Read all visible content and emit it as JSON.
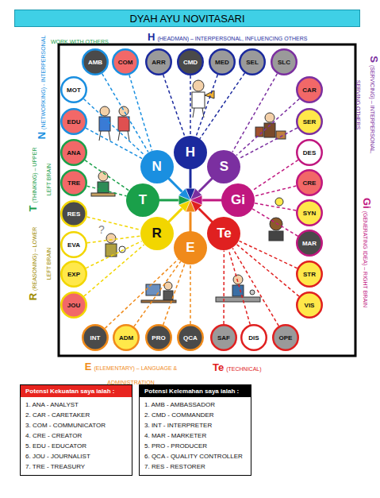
{
  "diagram": {
    "title": "DYAH AYU NOVITASARI",
    "nodes": [
      {
        "text": [
          "AMB"
        ]
      },
      {
        "text": [
          "COM"
        ]
      },
      {
        "text": [
          "ARR"
        ]
      },
      {
        "text": [
          "CMD"
        ]
      },
      {
        "text": [
          "MED"
        ]
      },
      {
        "text": [
          "SEL"
        ]
      },
      {
        "text": [
          "SLC"
        ]
      },
      {
        "text": [
          "CAR"
        ]
      },
      {
        "text": [
          "SER"
        ]
      },
      {
        "text": [
          "DES"
        ]
      },
      {
        "text": [
          "CRE"
        ]
      },
      {
        "text": [
          "SYN"
        ]
      },
      {
        "text": [
          "MAR"
        ]
      },
      {
        "text": [
          "STR"
        ]
      },
      {
        "text": [
          "VIS"
        ]
      },
      {
        "text": [
          "INT"
        ]
      },
      {
        "text": [
          "ADM"
        ]
      },
      {
        "text": [
          "PRO"
        ]
      },
      {
        "text": [
          "QCA"
        ]
      },
      {
        "text": [
          "SAF"
        ]
      },
      {
        "text": [
          "DIS"
        ]
      },
      {
        "text": [
          "OPE"
        ]
      },
      {
        "text": [
          "MOT"
        ]
      },
      {
        "text": [
          "EDU"
        ]
      },
      {
        "text": [
          "ANA"
        ]
      },
      {
        "text": [
          "TRE"
        ]
      },
      {
        "text": [
          "RES"
        ]
      },
      {
        "text": [
          "EVA"
        ]
      },
      {
        "text": [
          "EXP"
        ]
      },
      {
        "text": [
          "JOU"
        ]
      },
      {
        "text": [
          "H"
        ]
      },
      {
        "text": [
          "S"
        ]
      },
      {
        "text": [
          "Gi"
        ]
      },
      {
        "text": [
          "Te"
        ]
      },
      {
        "text": [
          "E"
        ]
      },
      {
        "text": [
          "R"
        ]
      },
      {
        "text": [
          "T"
        ]
      },
      {
        "text": [
          "N"
        ]
      },
      {
        "text": [
          "Potensi Kekuatan saya ialah :",
          "1. ANA - ANALYST",
          "2. CAR - CARETAKER",
          "3. COM - COMMUNICATOR",
          "4. CRE - CREATOR",
          "5. EDU - EDUCATOR",
          "6. JOU - JOURNALIST",
          "7. TRE - TREASURY"
        ]
      },
      {
        "text": [
          "Potensi Kelemahan saya ialah :",
          "1. AMB - AMBASSADOR",
          "2. CMD - COMMANDER",
          "3. INT - INTERPRETER",
          "4. MAR - MARKETER",
          "5. PRO - PRODUCER",
          "6. QCA - QUALITY CONTROLLER",
          "7. RES - RESTORER"
        ]
      }
    ],
    "edges": [
      {
        "from": 0,
        "to": 37,
        "arrow": "none"
      },
      {
        "from": 1,
        "to": 37,
        "arrow": "none"
      },
      {
        "from": 22,
        "to": 37,
        "arrow": "none"
      },
      {
        "from": 23,
        "to": 37,
        "arrow": "none"
      },
      {
        "from": 2,
        "to": 30,
        "arrow": "none"
      },
      {
        "from": 3,
        "to": 30,
        "arrow": "none"
      },
      {
        "from": 4,
        "to": 30,
        "arrow": "none"
      },
      {
        "from": 5,
        "to": 30,
        "arrow": "none"
      },
      {
        "from": 6,
        "to": 31,
        "arrow": "none"
      },
      {
        "from": 7,
        "to": 31,
        "arrow": "none"
      },
      {
        "from": 8,
        "to": 31,
        "arrow": "none"
      },
      {
        "from": 9,
        "to": 32,
        "arrow": "none"
      },
      {
        "from": 10,
        "to": 32,
        "arrow": "none"
      },
      {
        "from": 11,
        "to": 32,
        "arrow": "none"
      },
      {
        "from": 12,
        "to": 32,
        "arrow": "none"
      },
      {
        "from": 13,
        "to": 33,
        "arrow": "none"
      },
      {
        "from": 14,
        "to": 33,
        "arrow": "none"
      },
      {
        "from": 19,
        "to": 33,
        "arrow": "none"
      },
      {
        "from": 20,
        "to": 33,
        "arrow": "none"
      },
      {
        "from": 21,
        "to": 33,
        "arrow": "none"
      },
      {
        "from": 15,
        "to": 34,
        "arrow": "none"
      },
      {
        "from": 16,
        "to": 34,
        "arrow": "none"
      },
      {
        "from": 17,
        "to": 34,
        "arrow": "none"
      },
      {
        "from": 18,
        "to": 34,
        "arrow": "none"
      },
      {
        "from": 26,
        "to": 35,
        "arrow": "none"
      },
      {
        "from": 27,
        "to": 35,
        "arrow": "none"
      },
      {
        "from": 28,
        "to": 35,
        "arrow": "none"
      },
      {
        "from": 29,
        "to": 35,
        "arrow": "none"
      },
      {
        "from": 24,
        "to": 36,
        "arrow": "none"
      },
      {
        "from": 25,
        "to": 36,
        "arrow": "none"
      }
    ],
    "labels": [
      "WORK WITH OTHERS",
      "H",
      "(HEADMAN) – INTERPERSONAL, INFLUENCING OTHERS",
      "N",
      "(NETWORKING) - INTERPERSONAL",
      "T",
      "(THINKING) – UPPER LEFT BRAIN",
      "R",
      "(REASONING) – LOWER LEFT BRAIN",
      "S",
      "(SERVICING) – INTERPERSONAL, SERVING OTHERS",
      "Gi",
      "(GENERATING IDEA) – RIGHT BRAIN",
      "E",
      "(ELEMENTARY) – LANGUAGE & ADMINISTRATION",
      "Te",
      "(TECHNICAL)"
    ]
  }
}
